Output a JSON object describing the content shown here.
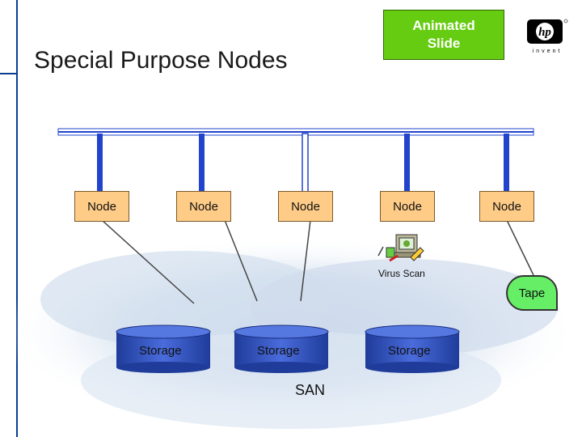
{
  "slide": {
    "title": "Special Purpose Nodes",
    "badge": "Animated\nSlide"
  },
  "nodes": [
    "Node",
    "Node",
    "Node",
    "Node",
    "Node"
  ],
  "storage": [
    "Storage",
    "Storage",
    "Storage"
  ],
  "san_label": "SAN",
  "virus_scan_label": "Virus Scan",
  "tape_label": "Tape",
  "logo": {
    "brand": "hp",
    "tagline": "invent"
  },
  "colors": {
    "bus": "#2244cc",
    "node_fill": "#ffcc88",
    "storage_fill": "#3355cc",
    "badge": "#66cc11",
    "tape": "#66ee66"
  }
}
